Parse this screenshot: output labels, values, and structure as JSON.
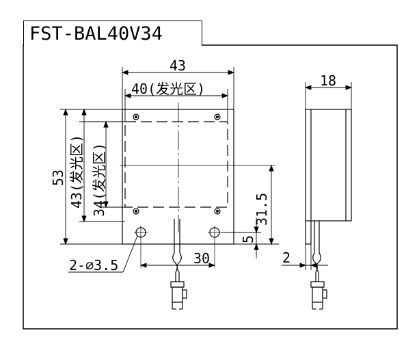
{
  "title": "FST-BAL40V34",
  "dims": {
    "width_total": "43",
    "width_emit": "40(发光区)",
    "height_total": "53",
    "height_emit": "43(发光区)",
    "inner_vertical": "34(发光区)",
    "right_vertical": "31.5",
    "small_vertical": "5",
    "hole_spacing": "30",
    "hole_label": "2-⌀3.5",
    "side_width": "18",
    "side_small": "2"
  }
}
